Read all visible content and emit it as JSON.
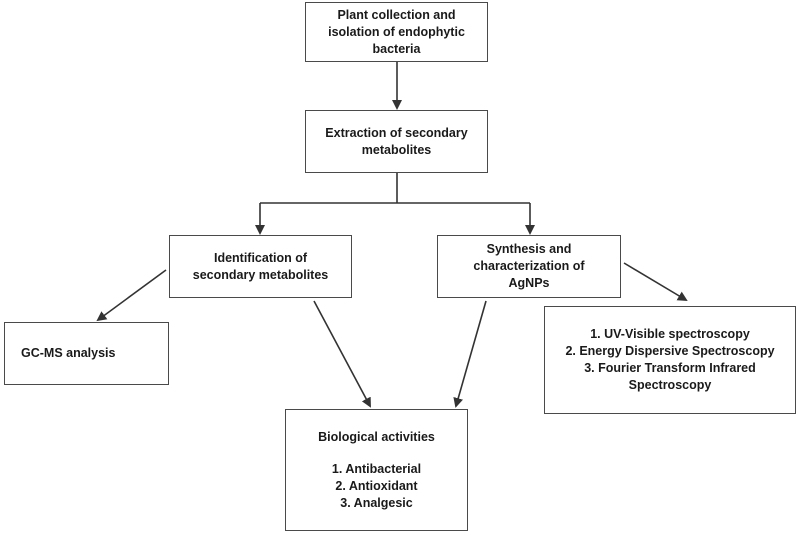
{
  "nodes": {
    "plant": {
      "lines": [
        "Plant collection and",
        "isolation of endophytic",
        "bacteria"
      ]
    },
    "extract": {
      "lines": [
        "Extraction of secondary",
        "metabolites"
      ]
    },
    "ident": {
      "lines": [
        "Identification of",
        "secondary metabolites"
      ]
    },
    "synth": {
      "lines": [
        "Synthesis and",
        "characterization of",
        "AgNPs"
      ]
    },
    "gcms": {
      "label": "GC-MS analysis"
    },
    "spectro": {
      "items": [
        "1.  UV-Visible spectroscopy",
        "2. Energy Dispersive Spectroscopy",
        "3. Fourier Transform Infrared",
        "Spectroscopy"
      ]
    },
    "bio": {
      "title": "Biological activities",
      "items": [
        "1.  Antibacterial",
        "2.  Antioxidant",
        "3.  Analgesic"
      ]
    }
  },
  "colors": {
    "line": "#333333",
    "border": "#4a4a4a",
    "text": "#1a1a1a",
    "background": "#ffffff"
  }
}
